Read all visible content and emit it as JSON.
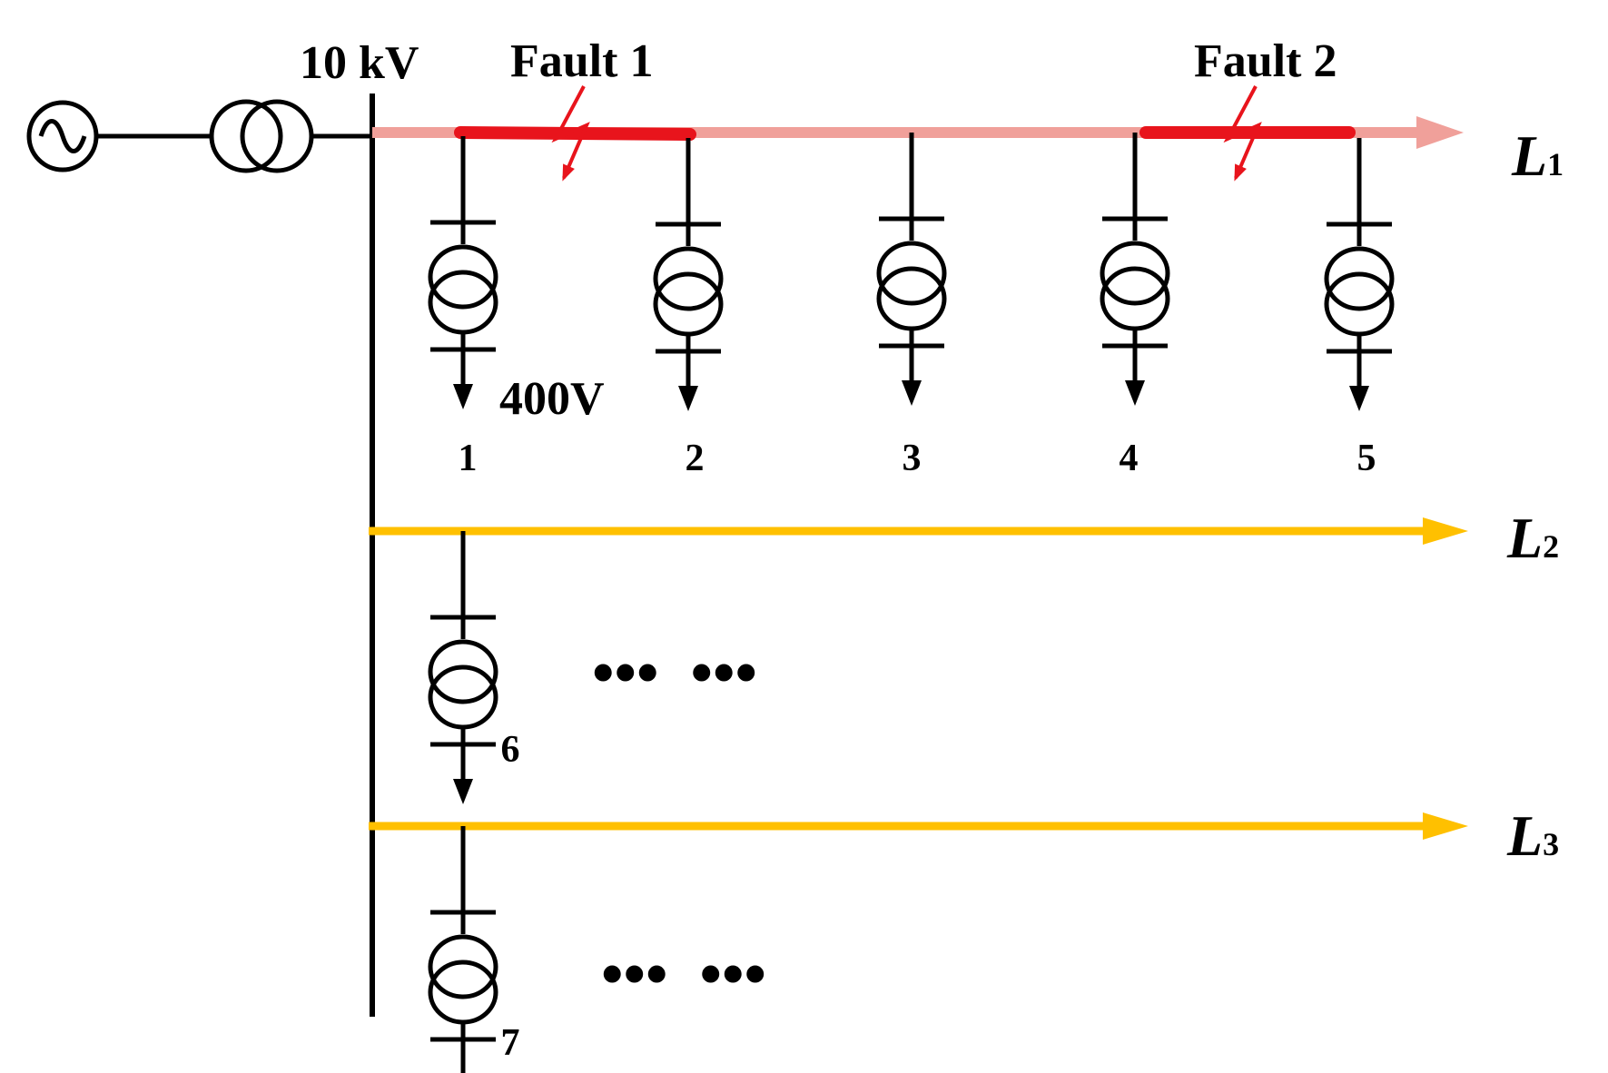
{
  "bus_voltage_label": "10 kV",
  "low_voltage_label": "400V",
  "faults": [
    {
      "label": "Fault 1"
    },
    {
      "label": "Fault 2"
    }
  ],
  "feeders": [
    {
      "letter": "L",
      "sub": "1"
    },
    {
      "letter": "L",
      "sub": "2"
    },
    {
      "letter": "L",
      "sub": "3"
    }
  ],
  "nodes": [
    "1",
    "2",
    "3",
    "4",
    "5",
    "6",
    "7"
  ],
  "ellipsis": "•••  •••",
  "colors": {
    "line": "#000000",
    "feeder_l1": "#f0a09a",
    "feeder_l2_l3": "#ffc000",
    "fault": "#e8141c"
  }
}
